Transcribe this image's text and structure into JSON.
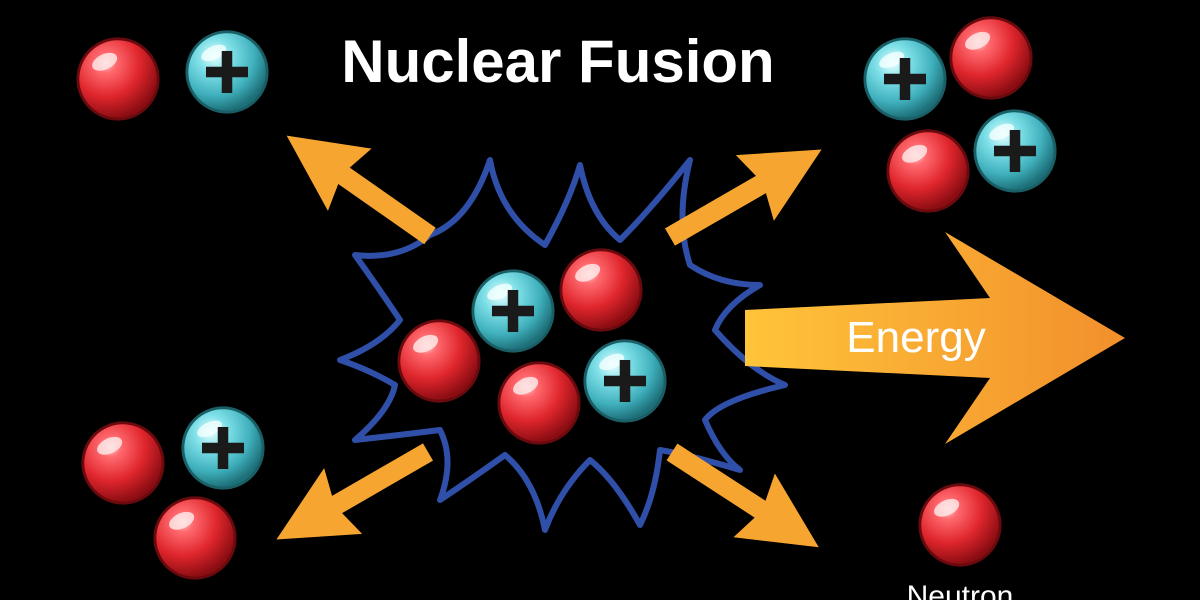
{
  "title": "Nuclear Fusion",
  "energy_label": "Energy",
  "neutron_label": "Neutron",
  "colors": {
    "background": "#000000",
    "neutron": "#e8343a",
    "proton": "#5cc6d0",
    "plus_sign": "#1a1a1a",
    "arrow": "#f7a531",
    "burst_outline": "#2f4fa8"
  },
  "icons": {
    "neutron": "red-sphere-icon",
    "proton": "cyan-plus-sphere-icon",
    "arrow": "orange-arrow-icon"
  }
}
